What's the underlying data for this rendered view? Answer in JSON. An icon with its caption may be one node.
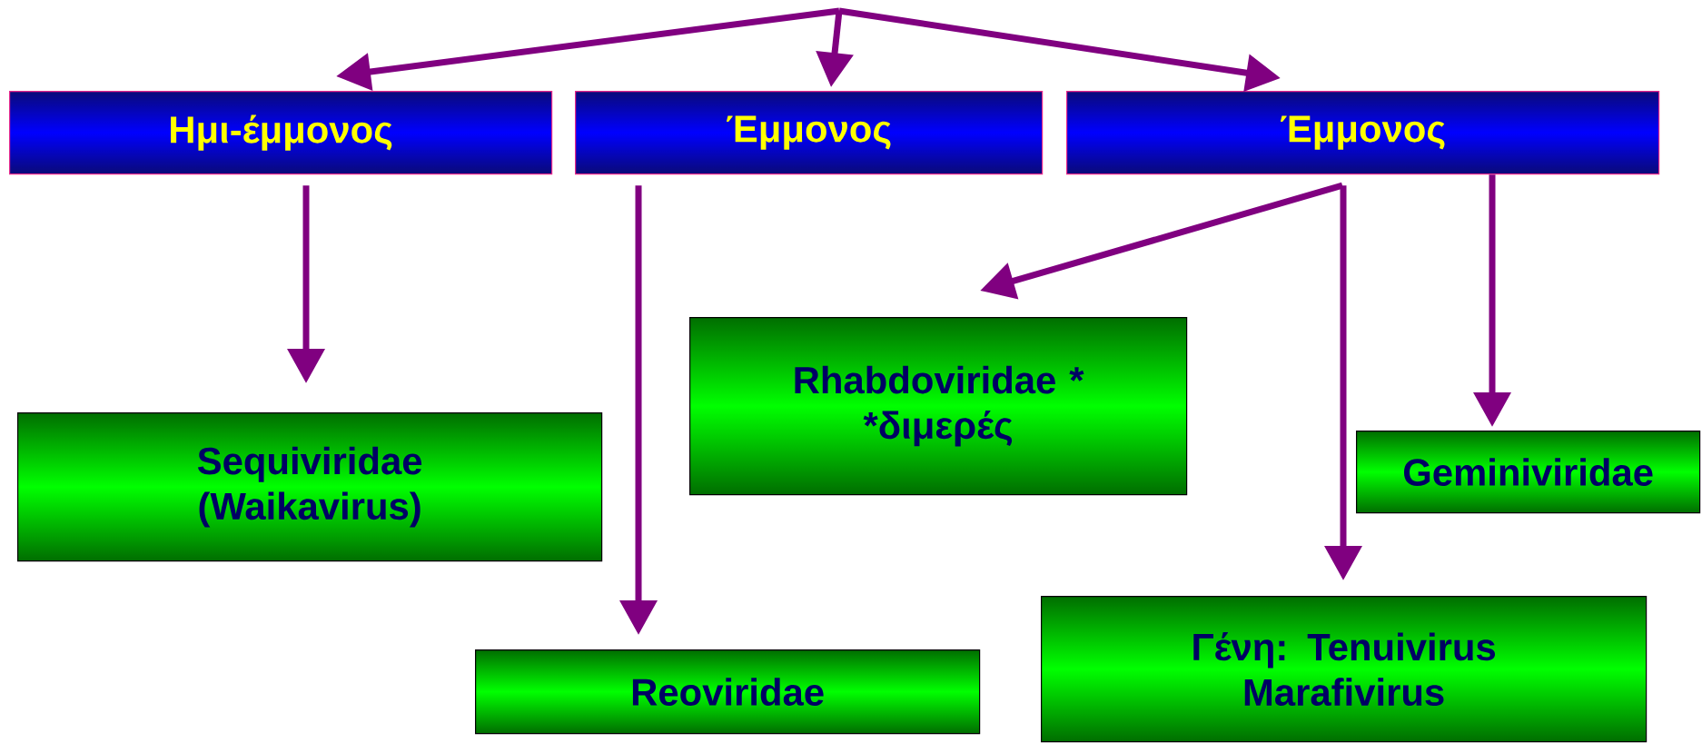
{
  "diagram": {
    "nodes": [
      {
        "text": [
          "Ημι-έμμονος"
        ]
      },
      {
        "text": [
          "Έμμονος"
        ]
      },
      {
        "text": [
          "Έμμονος"
        ]
      },
      {
        "text": [
          "Rhabdoviridae *",
          "*διμερές"
        ]
      },
      {
        "text": [
          "Sequiviridae (Waikavirus)"
        ]
      },
      {
        "text": [
          "Geminiviridae"
        ]
      },
      {
        "text": [
          "Reoviridae"
        ]
      },
      {
        "text": [
          "Γένη: Tenuivirus Marafivirus"
        ]
      }
    ],
    "edges": [
      {
        "from": null,
        "to": 0,
        "arrow": "to"
      },
      {
        "from": null,
        "to": 1,
        "arrow": "to"
      },
      {
        "from": null,
        "to": 2,
        "arrow": "to"
      },
      {
        "from": 0,
        "to": 4,
        "arrow": "to"
      },
      {
        "from": 1,
        "to": 6,
        "arrow": "to"
      },
      {
        "from": 2,
        "to": 3,
        "arrow": "to"
      },
      {
        "from": 2,
        "to": 7,
        "arrow": "to"
      },
      {
        "from": 2,
        "to": 5,
        "arrow": "to"
      }
    ]
  }
}
